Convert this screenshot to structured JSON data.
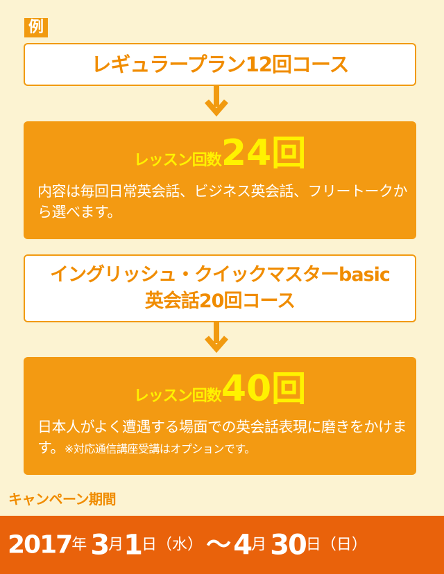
{
  "example_label": "例",
  "plan_one": {
    "title": "レギュラープラン12回コース"
  },
  "detail_one": {
    "count_label": "レッスン回数",
    "count_number": "24",
    "count_unit": "回",
    "description": "内容は毎回日常英会話、ビジネス英会話、フリートークから選べます。"
  },
  "plan_two": {
    "title_line1": "イングリッシュ・クイックマスターbasic",
    "title_line2": "英会話20回コース"
  },
  "detail_two": {
    "count_label": "レッスン回数",
    "count_number": "40",
    "count_unit": "回",
    "description": "日本人がよく遭遇する場面での英会話表現に磨きをかけます。",
    "note": "※対応通信講座受講はオプションです。"
  },
  "campaign": {
    "label": "キャンペーン期間",
    "start_year": "2017",
    "year_unit": "年",
    "start_month": "3",
    "month_unit": "月",
    "start_day": "1",
    "day_unit": "日",
    "start_weekday": "（水）",
    "separator": "〜",
    "end_month": "4",
    "end_month_unit": "月",
    "end_day": "30",
    "end_day_unit": "日",
    "end_weekday": "（日）"
  },
  "colors": {
    "background": "#fcf3d2",
    "accent_orange": "#f39a12",
    "banner_orange": "#e9620b",
    "highlight_yellow": "#fff200"
  }
}
